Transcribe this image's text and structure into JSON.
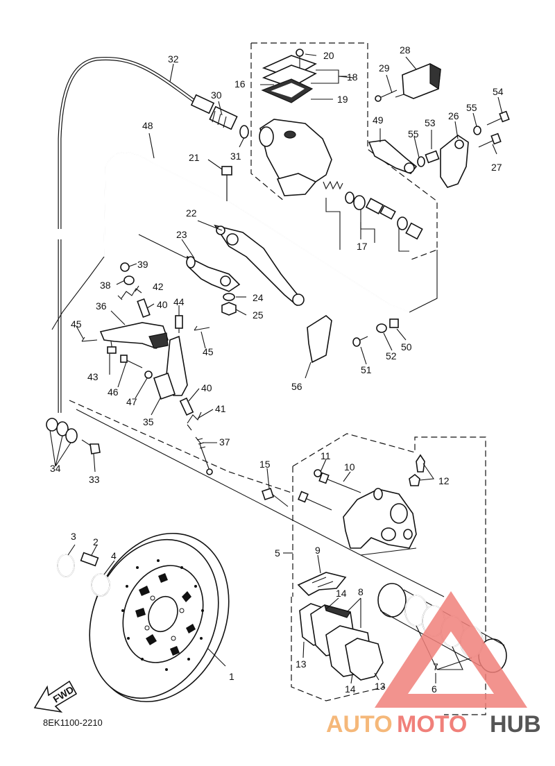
{
  "diagram": {
    "code": "8EK1100-2210",
    "fwd_label": "FWD",
    "callouts": [
      {
        "id": "c1",
        "text": "1"
      },
      {
        "id": "c2",
        "text": "2"
      },
      {
        "id": "c3",
        "text": "3"
      },
      {
        "id": "c4",
        "text": "4"
      },
      {
        "id": "c5",
        "text": "5"
      },
      {
        "id": "c6",
        "text": "6"
      },
      {
        "id": "c7",
        "text": "7"
      },
      {
        "id": "c8",
        "text": "8"
      },
      {
        "id": "c9",
        "text": "9"
      },
      {
        "id": "c10",
        "text": "10"
      },
      {
        "id": "c11",
        "text": "11"
      },
      {
        "id": "c12",
        "text": "12"
      },
      {
        "id": "c13a",
        "text": "13"
      },
      {
        "id": "c13b",
        "text": "13"
      },
      {
        "id": "c14a",
        "text": "14"
      },
      {
        "id": "c14b",
        "text": "14"
      },
      {
        "id": "c15",
        "text": "15"
      },
      {
        "id": "c16",
        "text": "16"
      },
      {
        "id": "c17",
        "text": "17"
      },
      {
        "id": "c18",
        "text": "18"
      },
      {
        "id": "c19",
        "text": "19"
      },
      {
        "id": "c20",
        "text": "20"
      },
      {
        "id": "c21",
        "text": "21"
      },
      {
        "id": "c22",
        "text": "22"
      },
      {
        "id": "c23",
        "text": "23"
      },
      {
        "id": "c24",
        "text": "24"
      },
      {
        "id": "c25",
        "text": "25"
      },
      {
        "id": "c26",
        "text": "26"
      },
      {
        "id": "c27",
        "text": "27"
      },
      {
        "id": "c28",
        "text": "28"
      },
      {
        "id": "c29",
        "text": "29"
      },
      {
        "id": "c30",
        "text": "30"
      },
      {
        "id": "c31",
        "text": "31"
      },
      {
        "id": "c32",
        "text": "32"
      },
      {
        "id": "c33",
        "text": "33"
      },
      {
        "id": "c34",
        "text": "34"
      },
      {
        "id": "c35",
        "text": "35"
      },
      {
        "id": "c36",
        "text": "36"
      },
      {
        "id": "c37",
        "text": "37"
      },
      {
        "id": "c38",
        "text": "38"
      },
      {
        "id": "c39",
        "text": "39"
      },
      {
        "id": "c40a",
        "text": "40"
      },
      {
        "id": "c40b",
        "text": "40"
      },
      {
        "id": "c41",
        "text": "41"
      },
      {
        "id": "c42",
        "text": "42"
      },
      {
        "id": "c43",
        "text": "43"
      },
      {
        "id": "c44",
        "text": "44"
      },
      {
        "id": "c45a",
        "text": "45"
      },
      {
        "id": "c45b",
        "text": "45"
      },
      {
        "id": "c46",
        "text": "46"
      },
      {
        "id": "c47",
        "text": "47"
      },
      {
        "id": "c48",
        "text": "48"
      },
      {
        "id": "c49",
        "text": "49"
      },
      {
        "id": "c50",
        "text": "50"
      },
      {
        "id": "c51",
        "text": "51"
      },
      {
        "id": "c52",
        "text": "52"
      },
      {
        "id": "c53",
        "text": "53"
      },
      {
        "id": "c54",
        "text": "54"
      },
      {
        "id": "c55a",
        "text": "55"
      },
      {
        "id": "c55b",
        "text": "55"
      },
      {
        "id": "c56",
        "text": "56"
      }
    ]
  },
  "watermark": {
    "part1": "AUTO",
    "part2": "MOTO",
    "part3": "HUB",
    "color_light": "#f5b87a",
    "color_red": "#f0807a",
    "color_dark": "#555555"
  }
}
